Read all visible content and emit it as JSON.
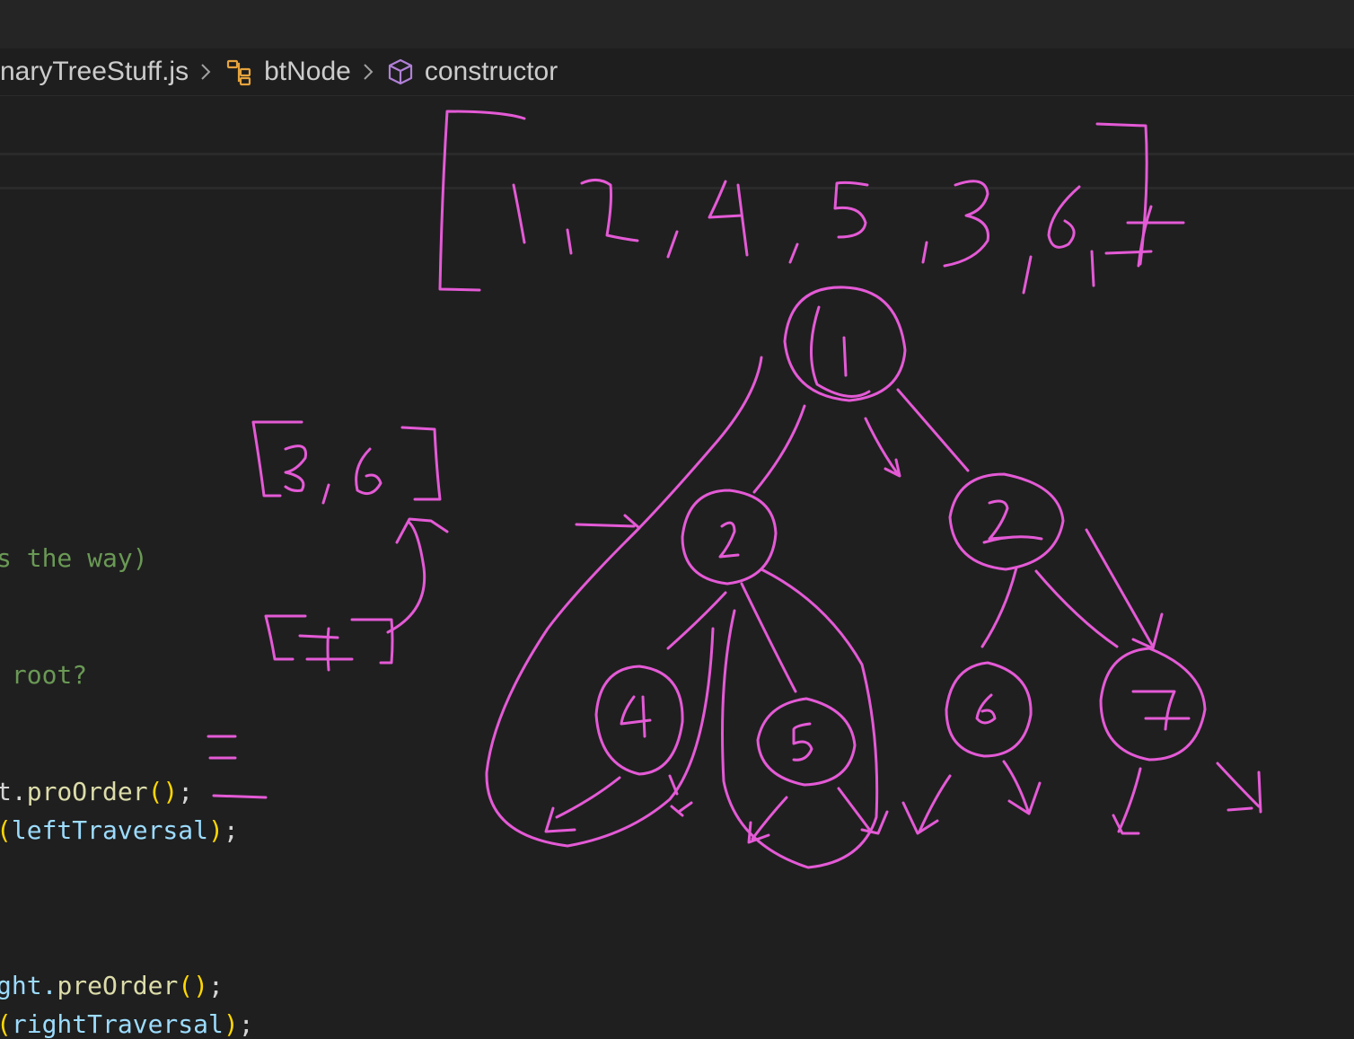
{
  "breadcrumb": {
    "file": "naryTreeStuff.js",
    "class": "btNode",
    "member": "constructor"
  },
  "code": {
    "line1_comment": "s the way)",
    "line2_comment": " root?",
    "line3": {
      "a": "t.",
      "fn": "proOrder",
      "paren": "()",
      "end": ";"
    },
    "line4": {
      "open": "(",
      "var": "leftTraversal",
      "close": ")",
      "end": ";"
    },
    "line5": {
      "a": "ght.",
      "fn": "preOrder",
      "paren": "()",
      "end": ";"
    },
    "line6": {
      "open": "(",
      "var": "rightTraversal",
      "close": ")",
      "end": ";"
    }
  },
  "colors": {
    "ink": "#e45ad6",
    "editor_bg": "#1f1f1f",
    "comment": "#6a9955",
    "function": "#dcdcaa",
    "variable": "#9cdcfe",
    "bracket": "#ffd700"
  },
  "icons": {
    "class": "symbol-class-icon",
    "member": "symbol-method-cube-icon",
    "separator": "chevron-right-icon"
  }
}
